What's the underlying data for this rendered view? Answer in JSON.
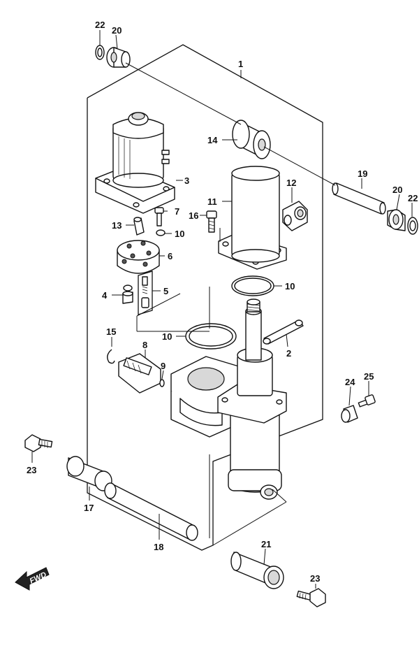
{
  "callouts": {
    "c1": "1",
    "c2": "2",
    "c3": "3",
    "c4": "4",
    "c5": "5",
    "c6": "6",
    "c7": "7",
    "c8": "8",
    "c9": "9",
    "c10a": "10",
    "c10b": "10",
    "c10c": "10",
    "c11": "11",
    "c12": "12",
    "c13": "13",
    "c14": "14",
    "c15": "15",
    "c16": "16",
    "c17": "17",
    "c18": "18",
    "c19": "19",
    "c20a": "20",
    "c20b": "20",
    "c21": "21",
    "c22a": "22",
    "c22b": "22",
    "c23a": "23",
    "c23b": "23",
    "c24": "24",
    "c25": "25"
  },
  "fwd_label": "FWD"
}
